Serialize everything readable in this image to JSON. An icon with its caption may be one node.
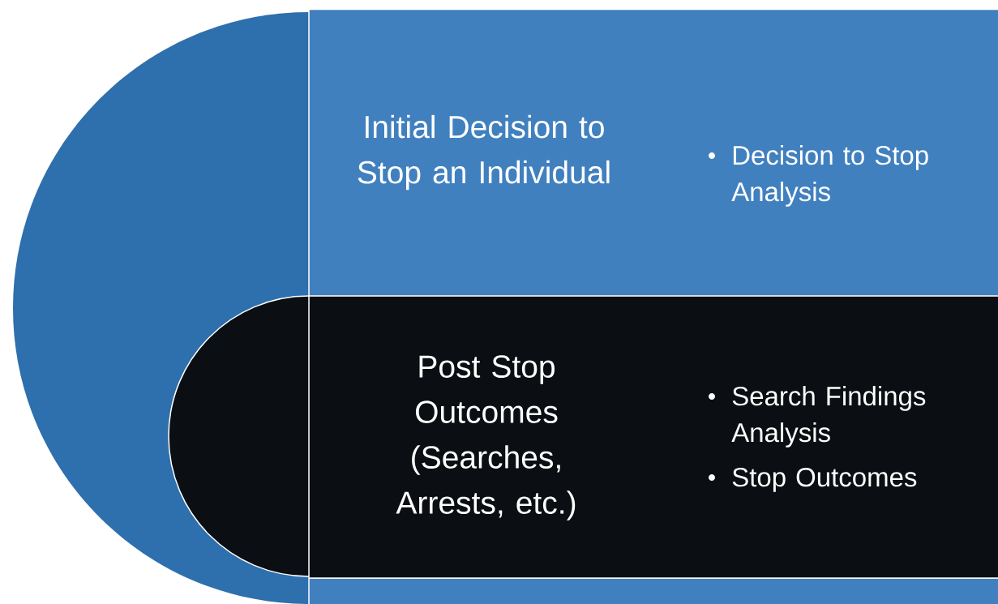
{
  "diagram": {
    "nodes": [
      {
        "text": [
          "Initial Decision to Stop an Individual",
          "Decision to Stop Analysis"
        ]
      },
      {
        "text": [
          "Post Stop Outcomes (Searches, Arrests, etc.)",
          "Search Findings Analysis",
          "Stop Outcomes"
        ]
      }
    ]
  }
}
